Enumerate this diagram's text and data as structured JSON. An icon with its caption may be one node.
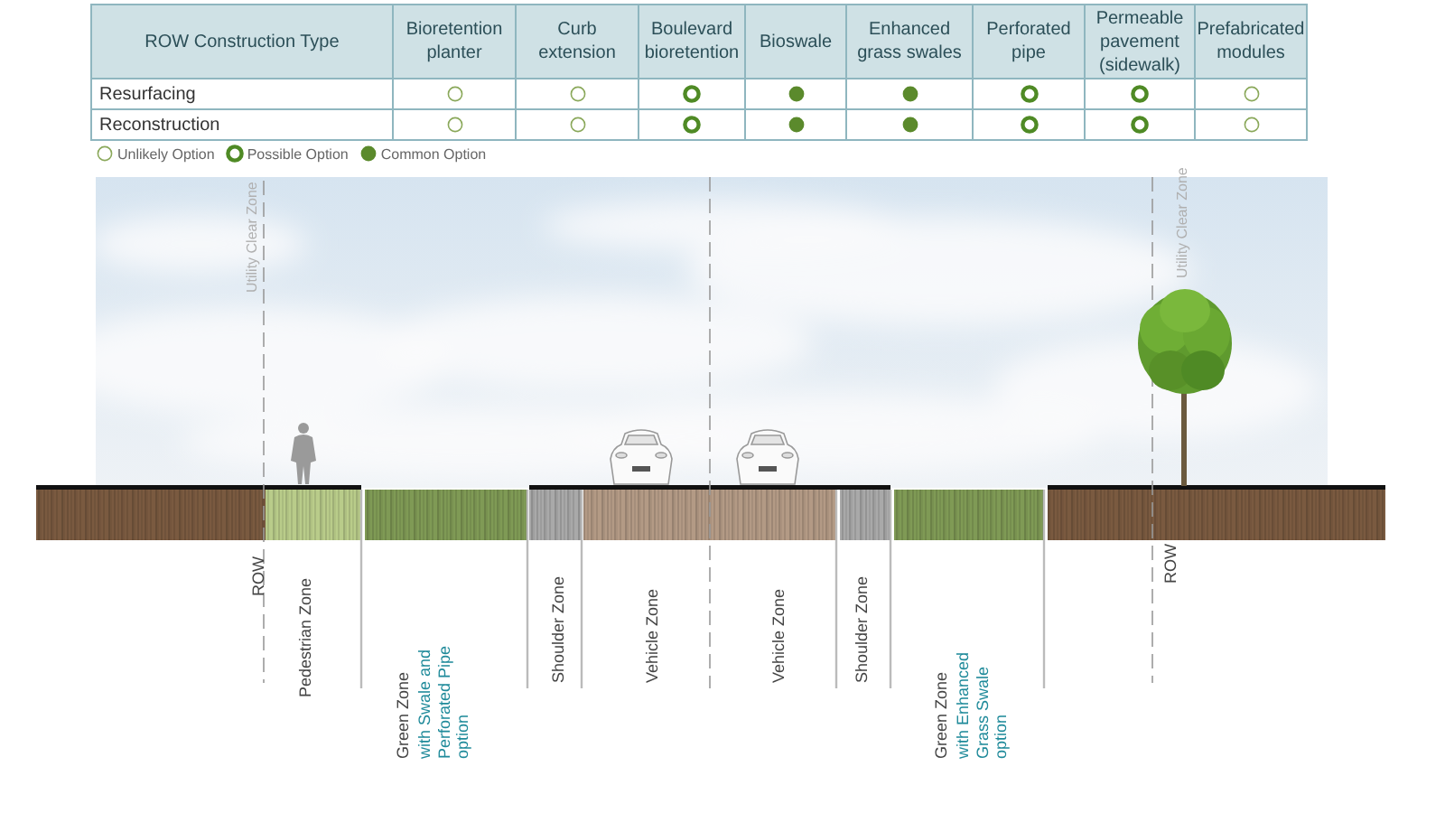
{
  "diagram": {
    "labels": [
      "ROW Construction Type",
      "Bioretention planter",
      "Curb extension",
      "Boulevard bioretention",
      "Bioswale",
      "Enhanced grass swales",
      "Perforated pipe",
      "Permeable pavement (sidewalk)",
      "Prefabricated modules",
      "Resurfacing",
      "Reconstruction",
      "Utility Clear Zone",
      "Utility Clear Zone",
      "ROW",
      "Pedestrian Zone",
      "Green Zone",
      "with Swale and Perforated Pipe option",
      "Shoulder Zone",
      "Vehicle Zone",
      "Vehicle Zone",
      "Shoulder Zone",
      "Green Zone",
      "with Enhanced Grass Swale option",
      "ROW"
    ],
    "legend": [
      {
        "text": "Unlikely Option"
      },
      {
        "text": "Possible Option"
      },
      {
        "text": "Common Option"
      }
    ]
  }
}
